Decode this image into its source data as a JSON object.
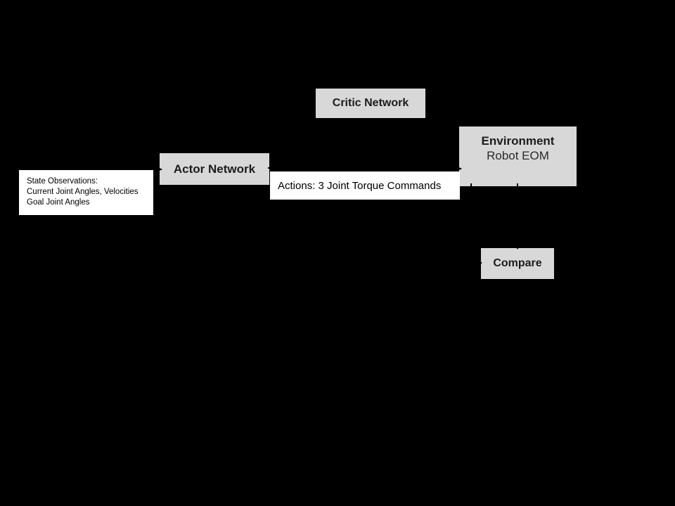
{
  "diagram": {
    "background_color": "#000000",
    "node_fill": "#d8d8d8",
    "node_text_color": "#1c1c1c",
    "label_fill": "#ffffff",
    "label_text_color": "#000000",
    "arrow_color": "#000000",
    "nodes": {
      "critic": {
        "label": "Critic Network"
      },
      "actor": {
        "label": "Actor Network"
      },
      "environment": {
        "title": "Environment",
        "subtitle": "Robot EOM"
      },
      "compare": {
        "label": "Compare"
      }
    },
    "labels": {
      "actions": "Actions: 3 Joint Torque Commands",
      "state": {
        "line1": "State Observations:",
        "line2": "Current Joint Angles, Velocities",
        "line3": "Goal Joint Angles"
      }
    }
  }
}
